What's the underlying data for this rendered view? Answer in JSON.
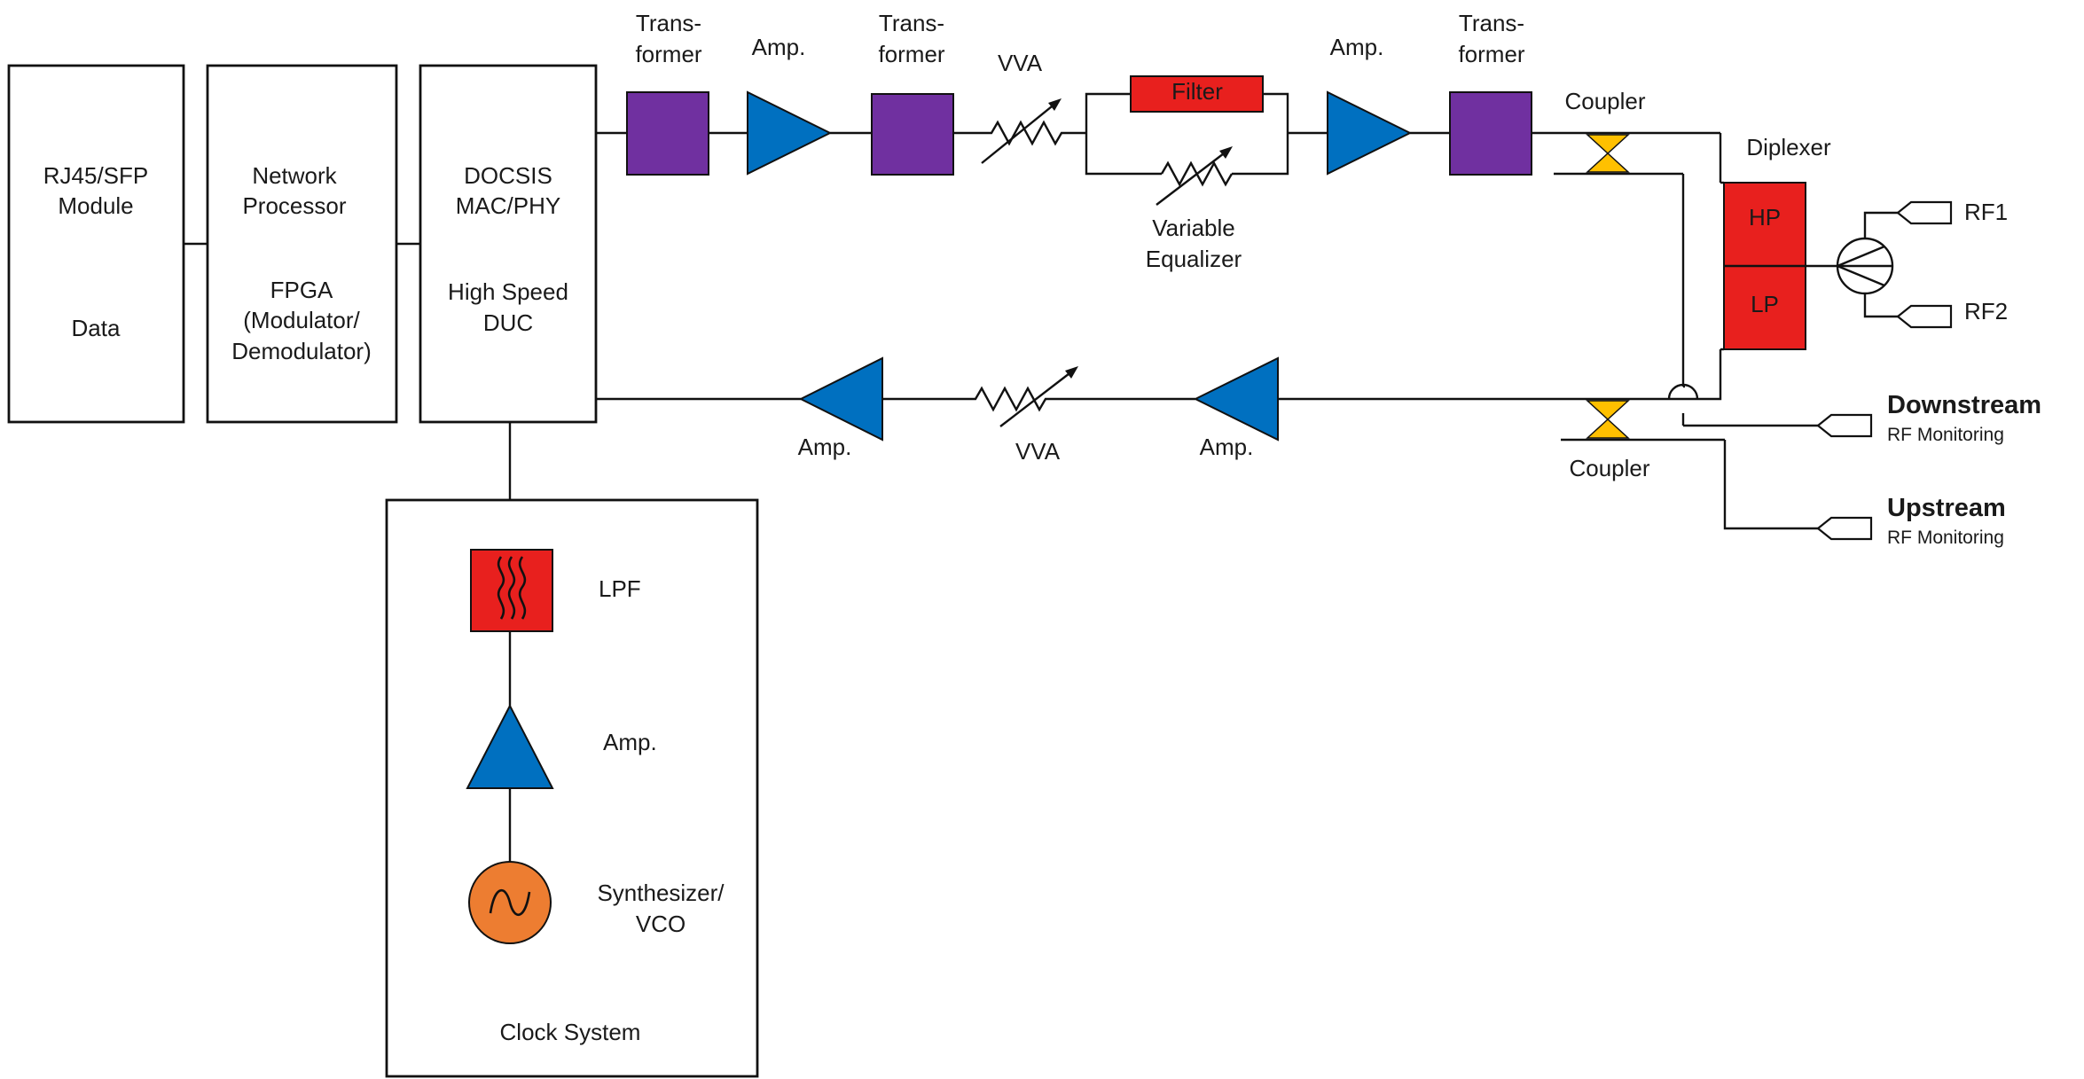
{
  "colors": {
    "transformer": "#7030A0",
    "amplifier": "#0070C0",
    "filter": "#E8201E",
    "coupler": "#FFC000",
    "oscillator": "#ED7D31",
    "line": "#111111"
  },
  "blocks": {
    "rj45": {
      "line1": "RJ45/SFP",
      "line2": "Module",
      "line3": "Data"
    },
    "network": {
      "line1": "Network",
      "line2": "Processor",
      "line3": "FPGA",
      "line4": "(Modulator/",
      "line5": "Demodulator)"
    },
    "docsis": {
      "line1": "DOCSIS",
      "line2": "MAC/PHY",
      "line3": "High Speed",
      "line4": "DUC"
    },
    "clock": {
      "label": "Clock System"
    }
  },
  "downstream": {
    "transformer1": {
      "line1": "Trans-",
      "line2": "former"
    },
    "amp1": "Amp.",
    "transformer2": {
      "line1": "Trans-",
      "line2": "former"
    },
    "vva": "VVA",
    "filter": "Filter",
    "equalizer": {
      "line1": "Variable",
      "line2": "Equalizer"
    },
    "amp2": "Amp.",
    "transformer3": {
      "line1": "Trans-",
      "line2": "former"
    },
    "coupler": "Coupler"
  },
  "diplexer": {
    "label": "Diplexer",
    "hp": "HP",
    "lp": "LP",
    "rf1": "RF1",
    "rf2": "RF2"
  },
  "upstream": {
    "amp1": "Amp.",
    "vva": "VVA",
    "amp2": "Amp.",
    "coupler": "Coupler"
  },
  "monitoring": {
    "downstream": {
      "title": "Downstream",
      "subtitle": "RF Monitoring"
    },
    "upstream": {
      "title": "Upstream",
      "subtitle": "RF Monitoring"
    }
  },
  "clock_chain": {
    "lpf": "LPF",
    "amp": "Amp.",
    "synth_line1": "Synthesizer/",
    "synth_line2": "VCO"
  }
}
